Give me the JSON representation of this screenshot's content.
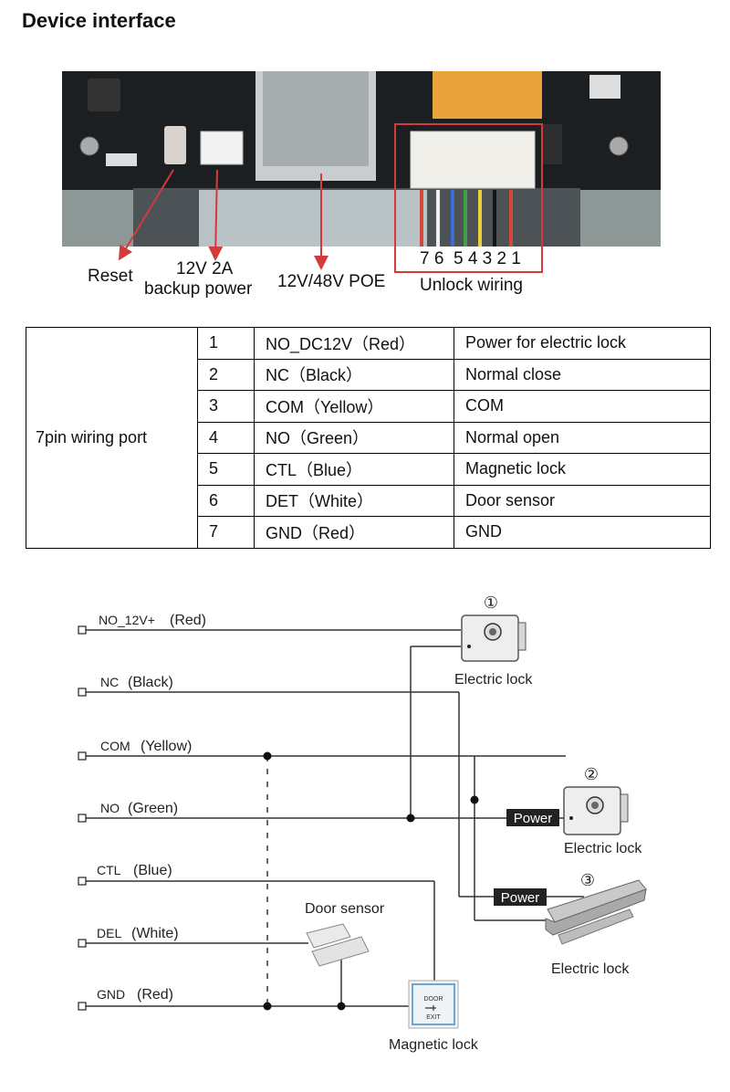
{
  "page_title": "Device interface",
  "board_labels": {
    "reset": "Reset",
    "backup_power_line1": "12V 2A",
    "backup_power_line2": "backup power",
    "poe": "12V/48V POE",
    "pin_numbers": "7 6  5 4 3 2 1",
    "unlock_wiring": "Unlock wiring"
  },
  "wiring_table": {
    "port_name": "7pin wiring port",
    "rows": [
      {
        "pin": "1",
        "wire": "NO_DC12V（Red）",
        "function": "Power for electric lock"
      },
      {
        "pin": "2",
        "wire": "NC（Black）",
        "function": "Normal close"
      },
      {
        "pin": "3",
        "wire": "COM（Yellow）",
        "function": "COM"
      },
      {
        "pin": "4",
        "wire": "NO（Green）",
        "function": "Normal open"
      },
      {
        "pin": "5",
        "wire": "CTL（Blue）",
        "function": "Magnetic lock"
      },
      {
        "pin": "6",
        "wire": "DET（White）",
        "function": "Door sensor"
      },
      {
        "pin": "7",
        "wire": "GND（Red）",
        "function": "GND"
      }
    ]
  },
  "diagram": {
    "lines": [
      {
        "code": "NO_12V+",
        "color": "(Red)"
      },
      {
        "code": "NC",
        "color": "(Black)"
      },
      {
        "code": "COM",
        "color": "(Yellow)"
      },
      {
        "code": "NO",
        "color": "(Green)"
      },
      {
        "code": "CTL",
        "color": "(Blue)"
      },
      {
        "code": "DEL",
        "color": "(White)"
      },
      {
        "code": "GND",
        "color": "(Red)"
      }
    ],
    "devices": {
      "lock1_number": "①",
      "lock1_label": "Electric lock",
      "lock2_number": "②",
      "lock2_label": "Electric lock",
      "lock3_number": "③",
      "lock3_label": "Electric lock",
      "power_tag_1": "Power",
      "power_tag_2": "Power",
      "door_sensor_label": "Door sensor",
      "exit_button_label": "Magnetic lock",
      "exit_button_text_top": "DOOR",
      "exit_button_text_bottom": "EXIT"
    }
  }
}
